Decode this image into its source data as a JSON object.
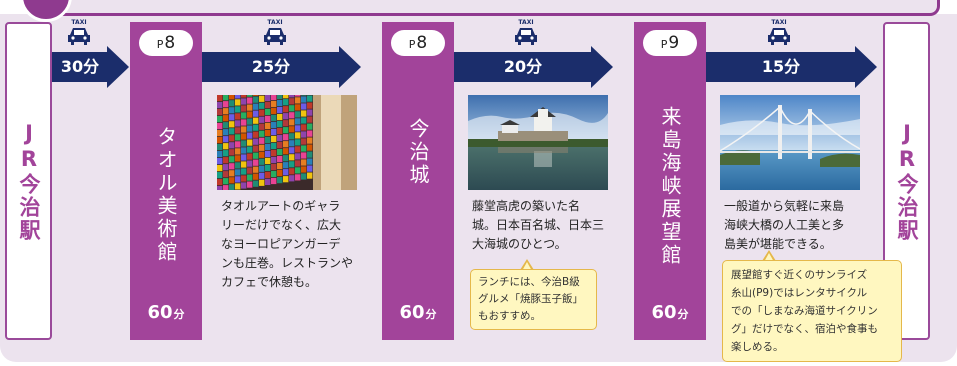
{
  "route": {
    "start_station": "JR今治駅",
    "end_station": "JR今治駅",
    "duration_unit": "分",
    "page_prefix": "P",
    "legs": [
      {
        "transport": "taxi-icon",
        "time": "30分"
      },
      {
        "transport": "taxi-icon",
        "time": "25分"
      },
      {
        "transport": "taxi-icon",
        "time": "20分"
      },
      {
        "transport": "taxi-icon",
        "time": "15分"
      }
    ],
    "stops": [
      {
        "page_number": "8",
        "name": "タオル美術館",
        "duration": "60",
        "photo": "towel-gallery-photo",
        "description": [
          "タオルアートのギャラ",
          "リーだけでなく、広大",
          "なヨーロピアンガーデ",
          "ンも圧巻。レストランや",
          "カフェで休憩も。"
        ]
      },
      {
        "page_number": "8",
        "name": "今治城",
        "duration": "60",
        "photo": "imabari-castle-photo",
        "description": [
          "藤堂高虎の築いた名",
          "城。日本百名城、日本三",
          "大海城のひとつ。"
        ],
        "note": [
          "ランチには、今治B級",
          "グルメ「焼豚玉子飯」",
          "もおすすめ。"
        ]
      },
      {
        "page_number": "9",
        "name": "来島海峡展望館",
        "duration": "60",
        "photo": "kurushima-bridge-photo",
        "description": [
          "一般道から気軽に来島",
          "海峡大橋の人工美と多",
          "島美が堪能できる。"
        ],
        "note": [
          "展望館すぐ近くのサンライズ",
          "糸山(P9)ではレンタサイクル",
          "での「しまなみ海道サイクリン",
          "グ」だけでなく、宿泊や食事も",
          "楽しめる。"
        ]
      }
    ]
  },
  "colors": {
    "stop_purple": "#a2449a",
    "road_navy": "#1b2d6b",
    "panel_bg": "#ece3ee",
    "note_bg": "#fff7c0"
  }
}
